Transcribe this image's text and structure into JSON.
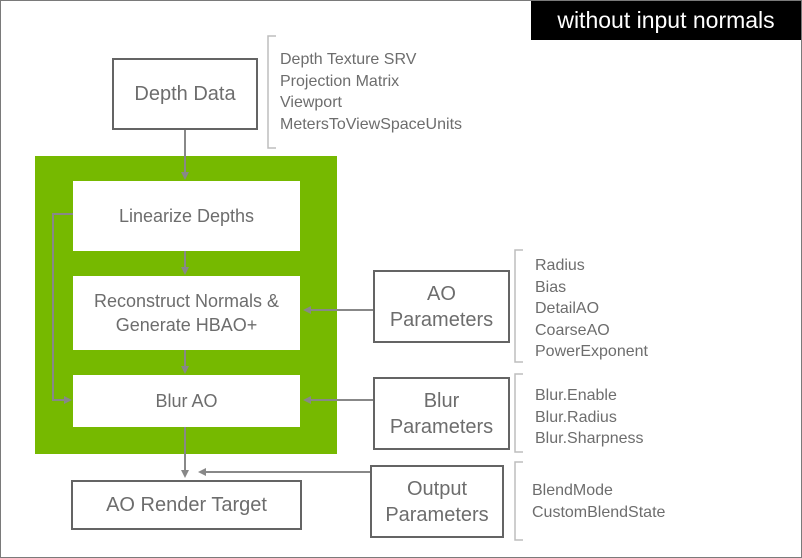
{
  "corner_label": "without input normals",
  "depth_data": {
    "label": "Depth Data",
    "inputs": [
      "Depth Texture SRV",
      "Projection Matrix",
      "Viewport",
      "MetersToViewSpaceUnits"
    ]
  },
  "pipeline": {
    "linearize": "Linearize Depths",
    "reconstruct_line1": "Reconstruct Normals &",
    "reconstruct_line2": "Generate HBAO+",
    "blur": "Blur AO"
  },
  "ao_parameters": {
    "line1": "AO",
    "line2": "Parameters",
    "items": [
      "Radius",
      "Bias",
      "DetailAO",
      "CoarseAO",
      "PowerExponent"
    ]
  },
  "blur_parameters": {
    "line1": "Blur",
    "line2": "Parameters",
    "items": [
      "Blur.Enable",
      "Blur.Radius",
      "Blur.Sharpness"
    ]
  },
  "output_parameters": {
    "line1": "Output",
    "line2": "Parameters",
    "items": [
      "BlendMode",
      "CustomBlendState"
    ]
  },
  "render_target": "AO Render Target",
  "colors": {
    "accent_green": "#76b900",
    "box_border": "#646464",
    "text_gray": "#6d6d6d",
    "connector_gray": "#888888"
  }
}
